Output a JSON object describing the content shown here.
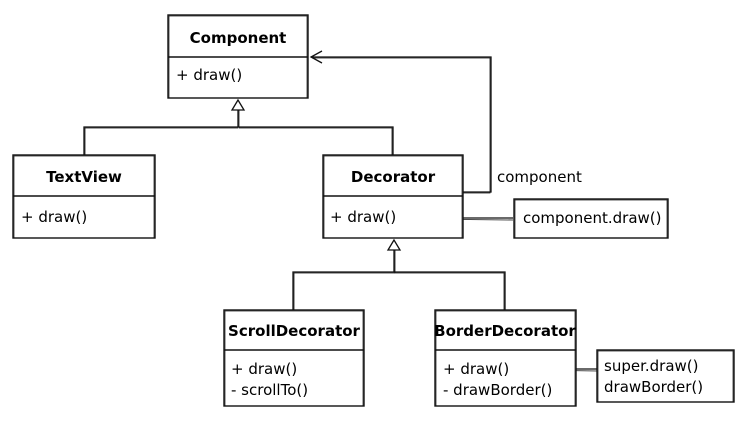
{
  "classes": {
    "component": {
      "name": "Component",
      "members": [
        "+ draw()"
      ]
    },
    "textview": {
      "name": "TextView",
      "members": [
        "+ draw()"
      ]
    },
    "decorator": {
      "name": "Decorator",
      "members": [
        "+ draw()"
      ]
    },
    "scroll": {
      "name": "ScrollDecorator",
      "members": [
        "+ draw()",
        "- scrollTo()"
      ]
    },
    "border": {
      "name": "BorderDecorator",
      "members": [
        "+ draw()",
        "- drawBorder()"
      ]
    }
  },
  "notes": {
    "decorator_note": {
      "lines": [
        "component.draw()"
      ]
    },
    "border_note": {
      "lines": [
        "super.draw()",
        "drawBorder()"
      ]
    }
  },
  "edges": {
    "component_link_label": "component"
  },
  "colors": {
    "stroke": "#111111",
    "fill": "#ffffff"
  }
}
